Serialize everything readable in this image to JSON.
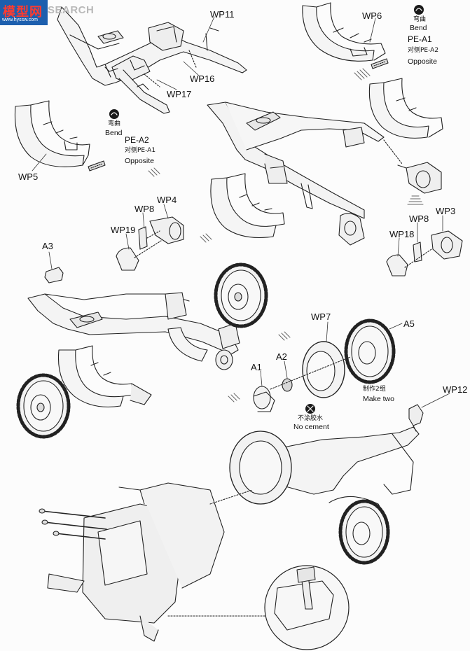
{
  "header": {
    "logo_text": "模型网",
    "logo_url": "www.hyssw.com",
    "watermark": "SEARCH"
  },
  "parts": {
    "wp11": "WP11",
    "wp6": "WP6",
    "wp16": "WP16",
    "wp17": "WP17",
    "wp5": "WP5",
    "wp4": "WP4",
    "wp8_left": "WP8",
    "wp19": "WP19",
    "wp8_right": "WP8",
    "wp3": "WP3",
    "wp18": "WP18",
    "a3": "A3",
    "wp7": "WP7",
    "a5": "A5",
    "a1": "A1",
    "a2": "A2",
    "wp12": "WP12"
  },
  "notes": {
    "bend_right_cn": "弯曲",
    "bend_right_en": "Bend",
    "pe_a1": "PE-A1",
    "opposite_right_cn": "对侧PE-A2",
    "opposite_right_en": "Opposite",
    "bend_left_cn": "弯曲",
    "bend_left_en": "Bend",
    "pe_a2": "PE-A2",
    "opposite_left_cn": "对侧PE-A1",
    "opposite_left_en": "Opposite",
    "make_two_cn": "制作2组",
    "make_two_en": "Make two",
    "no_cement_cn": "不涂胶水",
    "no_cement_en": "No cement"
  }
}
